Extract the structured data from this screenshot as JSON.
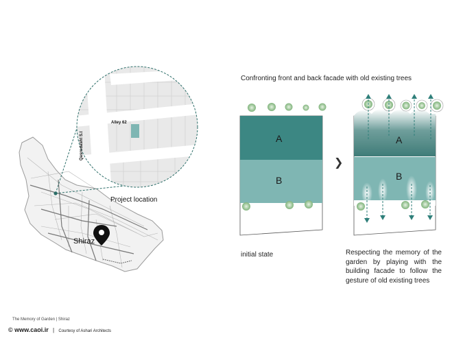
{
  "title": "Confronting front and back facade with old existing trees",
  "labels": {
    "a": "A",
    "b": "B"
  },
  "map": {
    "project_location": "Project location",
    "city": "Shiraz",
    "alley": "Alley 62",
    "street": "Qasrodasht S.t"
  },
  "captions": {
    "initial": "initial state",
    "respecting": "Respecting the memory of the garden by playing with the building facade to follow the gesture of old existing trees"
  },
  "footer": {
    "project": "The Memory of Garden  |  Shiraz",
    "site": "© www.caoi.ir",
    "separator": "|",
    "courtesy": "Courtesy of Ashari Architects"
  },
  "colors": {
    "block_a": "#3c8783",
    "block_b": "#7fb6b3",
    "accent": "#2f7f7a",
    "tree": "#8fc08b"
  }
}
